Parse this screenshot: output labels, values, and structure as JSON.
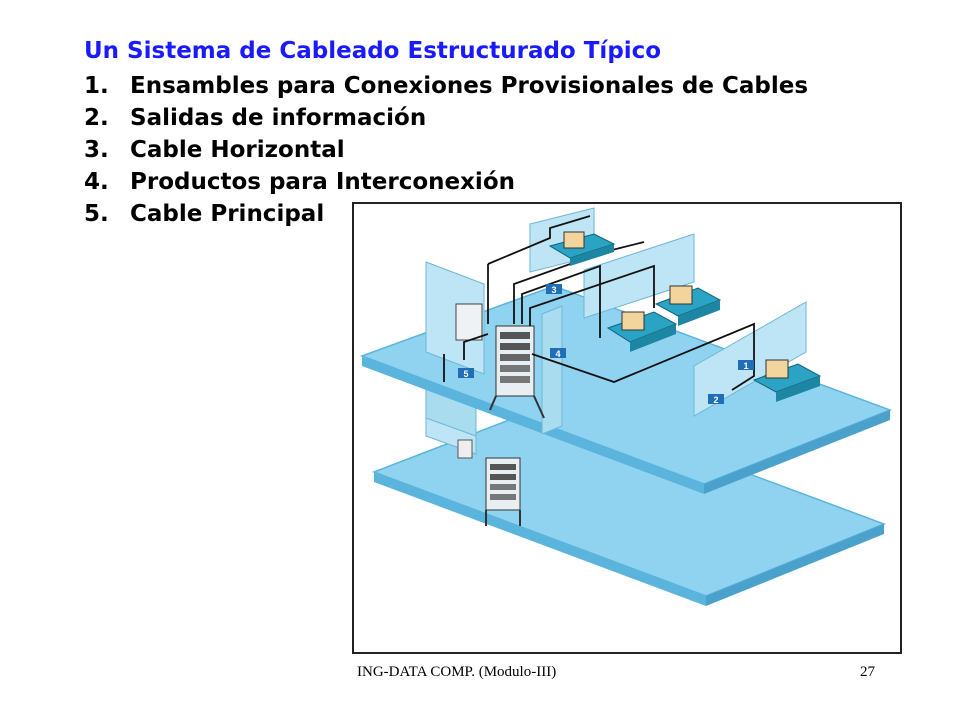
{
  "slide": {
    "title": "Un Sistema de Cableado Estructurado Típico",
    "items": [
      {
        "num": "1.",
        "label": "Ensambles para Conexiones Provisionales de Cables"
      },
      {
        "num": "2.",
        "label": "Salidas de información"
      },
      {
        "num": "3.",
        "label": "Cable Horizontal"
      },
      {
        "num": "4.",
        "label": "Productos para Interconexión"
      },
      {
        "num": "5.",
        "label": "Cable Principal"
      }
    ]
  },
  "diagram": {
    "callouts": [
      "1",
      "2",
      "3",
      "4",
      "5"
    ],
    "colors": {
      "floor": "#8fd3f0",
      "floor_edge": "#5bb4dc",
      "wall": "#bde5f5",
      "desk": "#2aa3c4",
      "tag": "#1f6fb8"
    }
  },
  "footer": {
    "left": "ING-DATA COMP.  (Modulo-III)",
    "page": "27"
  }
}
